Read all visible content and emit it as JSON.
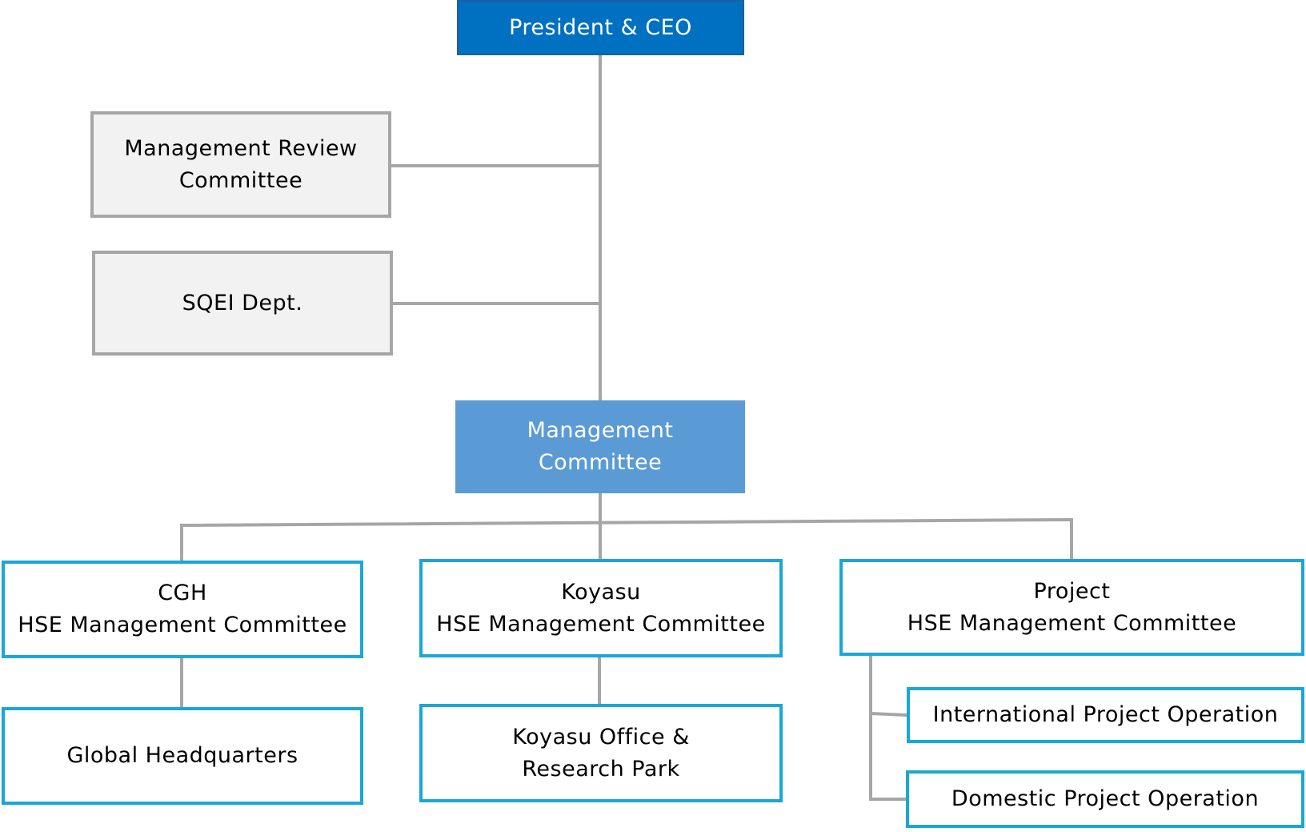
{
  "diagram": {
    "president": {
      "label": "President & CEO"
    },
    "management_review": {
      "lines": [
        "Management Review",
        "Committee"
      ]
    },
    "sqei": {
      "label": "SQEI Dept."
    },
    "management_committee": {
      "lines": [
        "Management",
        "Committee"
      ]
    },
    "cgh_committee": {
      "lines": [
        "CGH",
        "HSE Management Committee"
      ]
    },
    "koyasu_committee": {
      "lines": [
        "Koyasu",
        "HSE Management Committee"
      ]
    },
    "project_committee": {
      "lines": [
        "Project",
        "HSE Management Committee"
      ]
    },
    "global_hq": {
      "label": "Global Headquarters"
    },
    "koyasu_office": {
      "lines": [
        "Koyasu Office &",
        "Research Park"
      ]
    },
    "international_ops": {
      "label": "International Project Operation"
    },
    "domestic_ops": {
      "label": "Domestic Project Operation"
    },
    "colors": {
      "executive": "#0070c0",
      "management": "#5b9bd5",
      "staff_fill": "#f2f2f2",
      "staff_border": "#a6a6a6",
      "unit_border": "#1aa7d8",
      "connector": "#a6a6a6"
    }
  }
}
